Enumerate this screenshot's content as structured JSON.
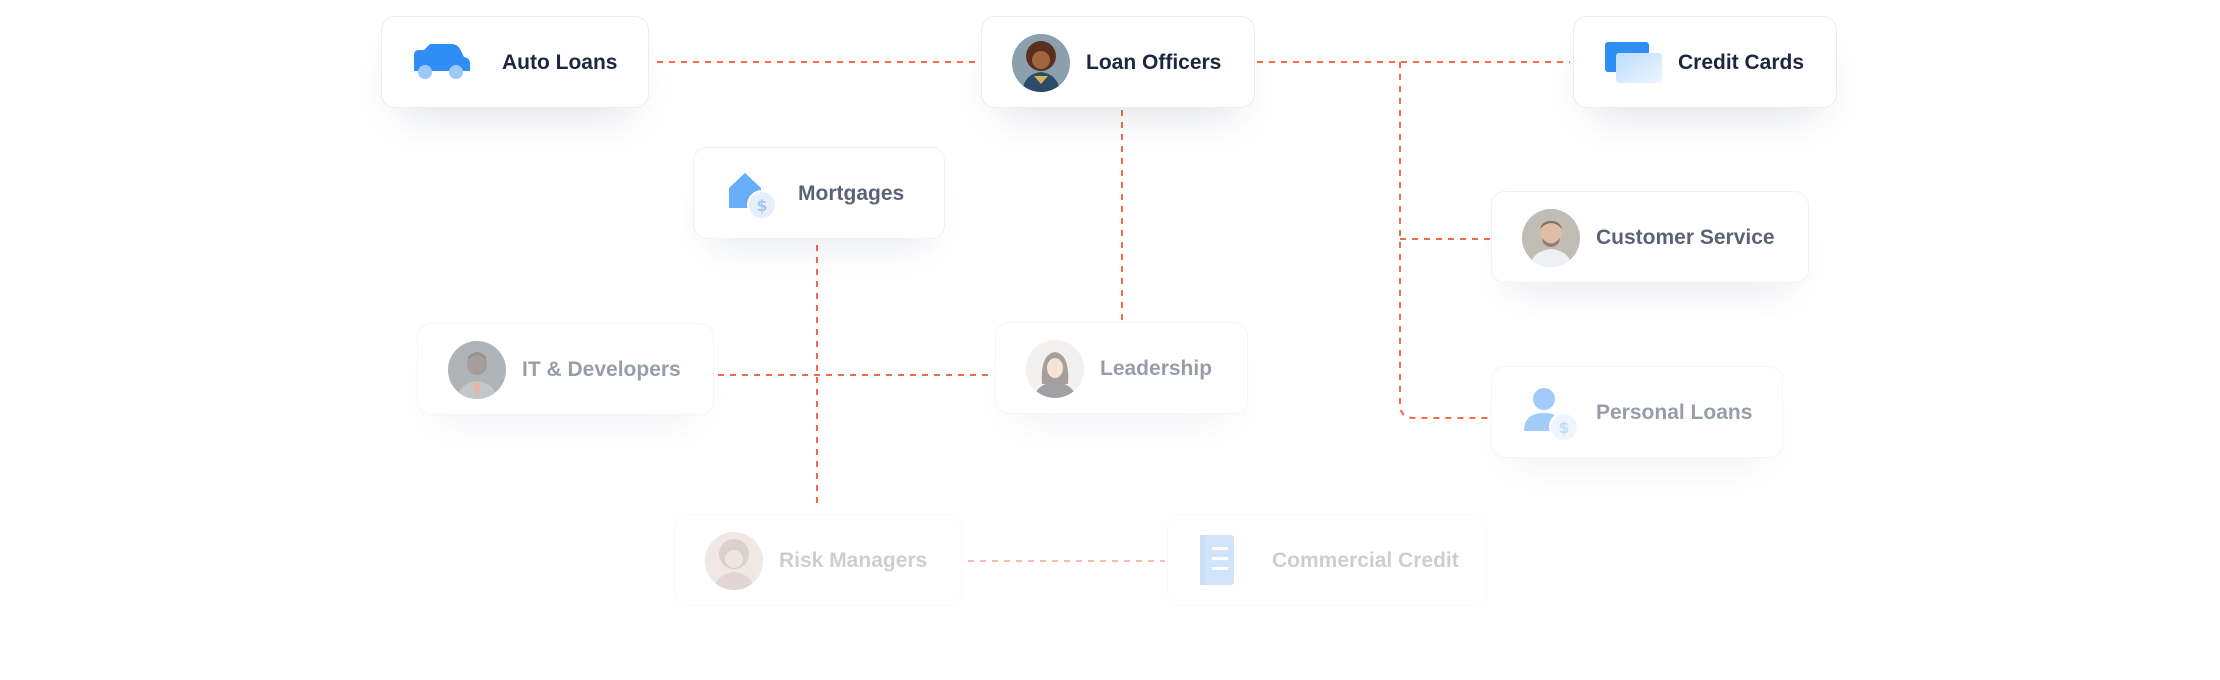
{
  "nodes": {
    "auto_loans": "Auto Loans",
    "loan_officers": "Loan Officers",
    "credit_cards": "Credit Cards",
    "mortgages": "Mortgages",
    "customer_service": "Customer Service",
    "it_developers": "IT & Developers",
    "leadership": "Leadership",
    "personal_loans": "Personal Loans",
    "risk_managers": "Risk Managers",
    "commercial_credit": "Commercial Credit"
  },
  "colors": {
    "connector": "#f26b4a",
    "icon_blue": "#2f8ef5",
    "text": "#1b2741"
  },
  "icons": {
    "auto_loans": "car-icon",
    "credit_cards": "credit-card-icon",
    "mortgages": "house-dollar-icon",
    "personal_loans": "person-dollar-icon",
    "commercial_credit": "document-icon"
  }
}
